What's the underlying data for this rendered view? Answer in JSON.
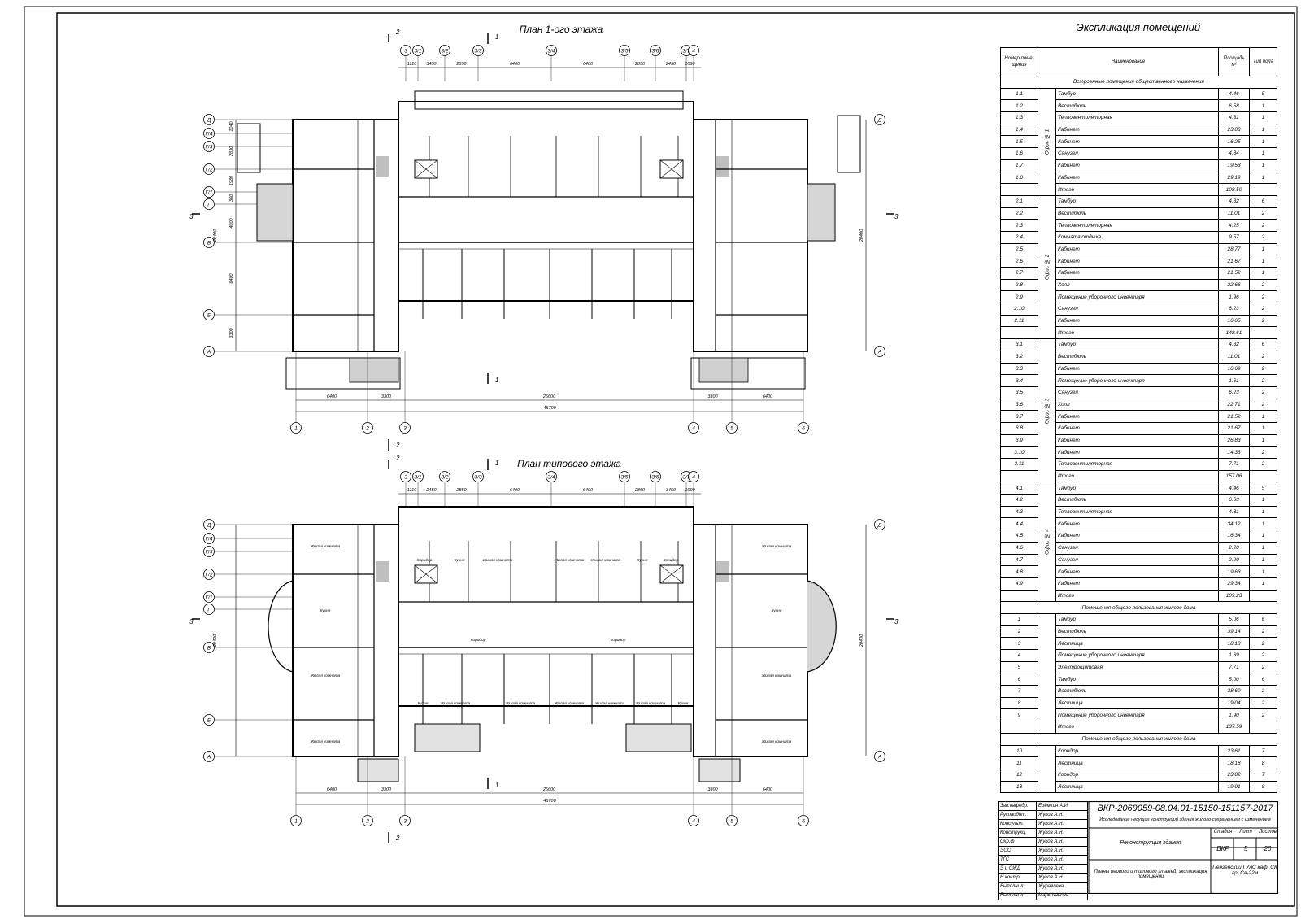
{
  "plan1": {
    "title": "План 1-ого этажа",
    "axes_top": [
      "3",
      "3/1",
      "3/2",
      "3/3",
      "3/4",
      "3/5",
      "3/6",
      "3/7",
      "4"
    ],
    "dims_top": [
      "1110",
      "3450",
      "2850",
      "6400",
      "6400",
      "2850",
      "2450",
      "1090"
    ],
    "axes_left": [
      "Д",
      "Г/4",
      "Г/3",
      "Г/2",
      "Г/1",
      "Г",
      "В",
      "Б",
      "А"
    ],
    "dims_left": [
      "1040",
      "2830",
      "1980",
      "360",
      "4000",
      "6400",
      "3300"
    ],
    "axes_bottom": [
      "1",
      "2",
      "3",
      "4",
      "5",
      "6"
    ],
    "dims_bottom": [
      "6400",
      "3300",
      "25600",
      "3300",
      "6400"
    ],
    "overall": "45700",
    "overall_height": "20400",
    "section_marks": [
      "2",
      "1",
      "3"
    ]
  },
  "plan2": {
    "title": "План типового этажа",
    "axes_top": [
      "3",
      "3/1",
      "3/2",
      "3/3",
      "3/4",
      "3/5",
      "3/6",
      "3/7",
      "4"
    ],
    "dims_top": [
      "1110",
      "2450",
      "2850",
      "6400",
      "6400",
      "2850",
      "3450",
      "1090"
    ],
    "axes_left": [
      "Д",
      "Г/4",
      "Г/3",
      "Г/2",
      "Г/1",
      "Г",
      "В",
      "Б",
      "А"
    ],
    "axes_bottom": [
      "1",
      "2",
      "3",
      "4",
      "5",
      "6"
    ],
    "dims_bottom": [
      "6400",
      "3300",
      "25600",
      "3300",
      "6400"
    ],
    "overall": "45700",
    "overall_height": "20400",
    "room_labels": [
      "Жилая комната",
      "Кухня",
      "Коридор"
    ]
  },
  "explication": {
    "title": "Экспликация помещений",
    "headers": [
      "Номер поме-щения",
      "Наименование",
      "Площадь м²",
      "Тип пола"
    ],
    "sections": [
      {
        "title": "Встроенные помещения общественного назначения",
        "groups": [
          {
            "name": "Офис № 1",
            "rows": [
              [
                "1.1",
                "Тамбур",
                "4.46",
                "5"
              ],
              [
                "1.2",
                "Вестибюль",
                "6.58",
                "1"
              ],
              [
                "1.3",
                "Тепловентиляторная",
                "4.31",
                "1"
              ],
              [
                "1.4",
                "Кабинет",
                "23.83",
                "1"
              ],
              [
                "1.5",
                "Кабинет",
                "16.25",
                "1"
              ],
              [
                "1.6",
                "Санузел",
                "4.34",
                "1"
              ],
              [
                "1.7",
                "Кабинет",
                "19.53",
                "1"
              ],
              [
                "1.8",
                "Кабинет",
                "29.19",
                "1"
              ],
              [
                "",
                "Итого",
                "108.50",
                ""
              ]
            ]
          },
          {
            "name": "Офис № 2",
            "rows": [
              [
                "2.1",
                "Тамбур",
                "4.32",
                "6"
              ],
              [
                "2.2",
                "Вестибюль",
                "11.01",
                "2"
              ],
              [
                "2.3",
                "Тепловентиляторная",
                "4.25",
                "2"
              ],
              [
                "2.4",
                "Комната отдыха",
                "9.57",
                "2"
              ],
              [
                "2.5",
                "Кабинет",
                "28.77",
                "1"
              ],
              [
                "2.6",
                "Кабинет",
                "21.67",
                "1"
              ],
              [
                "2.7",
                "Кабинет",
                "21.52",
                "1"
              ],
              [
                "2.8",
                "Холл",
                "22.66",
                "2"
              ],
              [
                "2.9",
                "Помещение уборочного инвентаря",
                "1.96",
                "2"
              ],
              [
                "2.10",
                "Санузел",
                "6.23",
                "2"
              ],
              [
                "2.11",
                "Кабинет",
                "16.65",
                "2"
              ],
              [
                "",
                "Итого",
                "148.61",
                ""
              ]
            ]
          },
          {
            "name": "Офис № 3",
            "rows": [
              [
                "3.1",
                "Тамбур",
                "4.32",
                "6"
              ],
              [
                "3.2",
                "Вестибюль",
                "11.01",
                "2"
              ],
              [
                "3.3",
                "Кабинет",
                "16.69",
                "2"
              ],
              [
                "3.4",
                "Помещение уборочного инвентаря",
                "1.61",
                "2"
              ],
              [
                "3.5",
                "Санузел",
                "6.23",
                "2"
              ],
              [
                "3.6",
                "Холл",
                "22.71",
                "2"
              ],
              [
                "3.7",
                "Кабинет",
                "21.52",
                "1"
              ],
              [
                "3.8",
                "Кабинет",
                "21.67",
                "1"
              ],
              [
                "3.9",
                "Кабинет",
                "26.83",
                "1"
              ],
              [
                "3.10",
                "Кабинет",
                "14.36",
                "2"
              ],
              [
                "3.11",
                "Тепловентиляторная",
                "7.71",
                "2"
              ],
              [
                "",
                "Итого",
                "157.06",
                ""
              ]
            ]
          },
          {
            "name": "Офис № 4",
            "rows": [
              [
                "4.1",
                "Тамбур",
                "4.46",
                "5"
              ],
              [
                "4.2",
                "Вестибюль",
                "6.63",
                "1"
              ],
              [
                "4.3",
                "Тепловентиляторная",
                "4.31",
                "1"
              ],
              [
                "4.4",
                "Кабинет",
                "34.12",
                "1"
              ],
              [
                "4.5",
                "Кабинет",
                "16.34",
                "1"
              ],
              [
                "4.6",
                "Санузел",
                "2.20",
                "1"
              ],
              [
                "4.7",
                "Санузел",
                "2.20",
                "1"
              ],
              [
                "4.8",
                "Кабинет",
                "19.63",
                "1"
              ],
              [
                "4.9",
                "Кабинет",
                "29.34",
                "1"
              ],
              [
                "",
                "Итого",
                "109.23",
                ""
              ]
            ]
          }
        ]
      },
      {
        "title": "Помещения общего пользования жилого дома",
        "groups": [
          {
            "name": "",
            "rows": [
              [
                "1",
                "Тамбур",
                "5.06",
                "6"
              ],
              [
                "2",
                "Вестибюль",
                "39.14",
                "2"
              ],
              [
                "3",
                "Лестница",
                "18.18",
                "2"
              ],
              [
                "4",
                "Помещение уборочного инвентаря",
                "1.69",
                "2"
              ],
              [
                "5",
                "Электрощитовая",
                "7.71",
                "2"
              ],
              [
                "6",
                "Тамбур",
                "5.00",
                "6"
              ],
              [
                "7",
                "Вестибюль",
                "38.69",
                "2"
              ],
              [
                "8",
                "Лестница",
                "19.04",
                "2"
              ],
              [
                "9",
                "Помещение уборочного инвентаря",
                "1.90",
                "2"
              ],
              [
                "",
                "Итого",
                "137.59",
                ""
              ]
            ]
          }
        ]
      },
      {
        "title": "Помещения общего пользования жилого дома",
        "groups": [
          {
            "name": "",
            "rows": [
              [
                "10",
                "Коридор",
                "23.61",
                "7"
              ],
              [
                "11",
                "Лестница",
                "18.18",
                "8"
              ],
              [
                "12",
                "Коридор",
                "23.82",
                "7"
              ],
              [
                "13",
                "Лестница",
                "19.01",
                "8"
              ]
            ]
          }
        ]
      }
    ]
  },
  "stamp": {
    "code": "ВКР-2069059-08.04.01-15150-151157-2017",
    "subtitle": "Исследование несущих конструкций здания жилого-сохранением с изменением",
    "roles": [
      [
        "Зав.кафедр.",
        "Ерёмкин А.И."
      ],
      [
        "Руководит.",
        "Жуков А.Н."
      ],
      [
        "Консульт.",
        "Жуков А.Н."
      ],
      [
        "Конструкц.",
        "Жуков А.Н."
      ],
      [
        "Охр.ф",
        "Жуков А.Н."
      ],
      [
        "ЭОС",
        "Жуков А.Н."
      ],
      [
        "ТГС",
        "Жуков А.Н."
      ],
      [
        "Э и ОЖД",
        "Жуков А.Н."
      ],
      [
        "Н.контр.",
        "Жуков А.Н."
      ],
      [
        "Выполнил",
        "Журавлева"
      ],
      [
        "Выполнил",
        "Маркизанова"
      ]
    ],
    "object": "Реконструкция здания",
    "sheet_title": "Планы первого и типового этажей; экспликация помещений",
    "stage_label": "Стадия",
    "sheet_label": "Лист",
    "sheets_label": "Листов",
    "stage": "ВКР",
    "sheet": "5",
    "sheets": "20",
    "org": "Пензенский ГУАС каф. СК гр. Св-22м"
  }
}
